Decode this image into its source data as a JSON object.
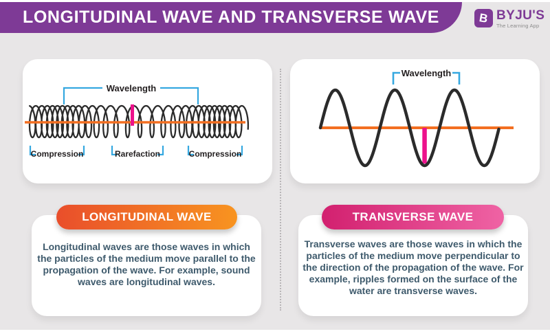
{
  "page": {
    "title": "LONGITUDINAL WAVE AND TRANSVERSE WAVE"
  },
  "brand": {
    "name": "BYJU'S",
    "tagline": "The Learning App",
    "icon_letter": "B"
  },
  "colors": {
    "header_purple": "#7E3A96",
    "background_gray": "#E8E6E7",
    "equilibrium_line_orange": "#F36F21",
    "marker_pink": "#EC128C",
    "bracket_blue": "#35A8E0",
    "wave_stroke": "#2B2B2B",
    "body_text": "#3E5A6C",
    "longitudinal_badge_gradient": [
      "#E94E2B",
      "#F89420"
    ],
    "transverse_badge_gradient": [
      "#D2206F",
      "#EF63A4"
    ]
  },
  "left_panel": {
    "wavelength_label": "Wavelength",
    "region_labels": [
      "Compression",
      "Rarefaction",
      "Compression"
    ],
    "badge_label": "LONGITUDINAL WAVE",
    "description": "Longitudinal waves are those waves in which the particles of the medium move parallel to the propagation of the wave. For example, sound waves are longitudinal waves."
  },
  "right_panel": {
    "wavelength_label": "Wavelength",
    "badge_label": "TRANSVERSE WAVE",
    "description": "Transverse waves are those waves in which the particles of the medium move perpendicular to the direction of the propagation of the wave. For example, ripples formed on the surface of the water are transverse waves."
  }
}
